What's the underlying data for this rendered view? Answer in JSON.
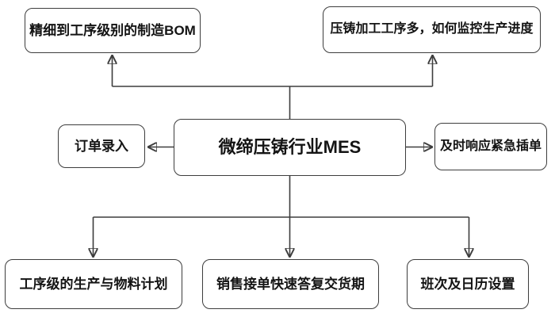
{
  "diagram": {
    "title": "微缔压铸行业MES",
    "center": {
      "label": "微缔压铸行业MES"
    },
    "nodes": {
      "top_left": {
        "label": "精细到工序级别的制造BOM"
      },
      "top_right": {
        "label": "压铸加工工序多，如何监控生产进度"
      },
      "left": {
        "label": "订单录入"
      },
      "right": {
        "label": "及时响应紧急插单"
      },
      "bottom_left": {
        "label": "工序级的生产与物料计划"
      },
      "bottom_center": {
        "label": "销售接单快速答复交货期"
      },
      "bottom_right": {
        "label": "班次及日历设置"
      }
    },
    "colors": {
      "line": "#3d3d3d",
      "border": "#3d3d3d",
      "text": "#141414",
      "background": "#ffffff"
    }
  }
}
